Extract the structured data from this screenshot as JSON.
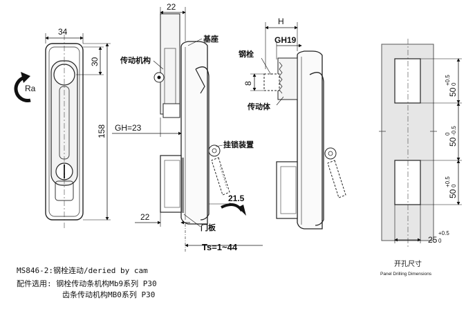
{
  "dims": {
    "width_34": "34",
    "top_30": "30",
    "height_158": "158",
    "rot": "Ra",
    "d22_top": "22",
    "gh23": "GH=23",
    "d22_bottom": "22",
    "angle": "21.5",
    "ts": "Ts=1~44",
    "h": "H",
    "gh19": "GH19",
    "d8": "8",
    "cut50a": "50",
    "cut50a_tol": "+0.5",
    "cut50a_tol2": "0",
    "cut50b": "50",
    "cut50b_tol": "0",
    "cut50b_tol2": "-0.5",
    "cut50c": "50",
    "cut50c_tol": "+0.5",
    "cut50c_tol2": "0",
    "cut25": "25",
    "cut25_tol": "+0.5",
    "cut25_tol2": "0"
  },
  "labels": {
    "base": "基座",
    "drive": "传动机构",
    "latch": "挂锁装置",
    "door": "门板",
    "bolt": "钢栓",
    "drive_body": "传动体",
    "cutout_cn": "开孔尺寸",
    "cutout_en": "Panel Drilling Dimensions"
  },
  "footer": {
    "line1": "MS846-2:钢栓连动/deried by cam",
    "line2": "配件选用: 钢栓传动条机构Mb9系列 P30",
    "line3": "齿条传动机构MB0系列 P30"
  }
}
